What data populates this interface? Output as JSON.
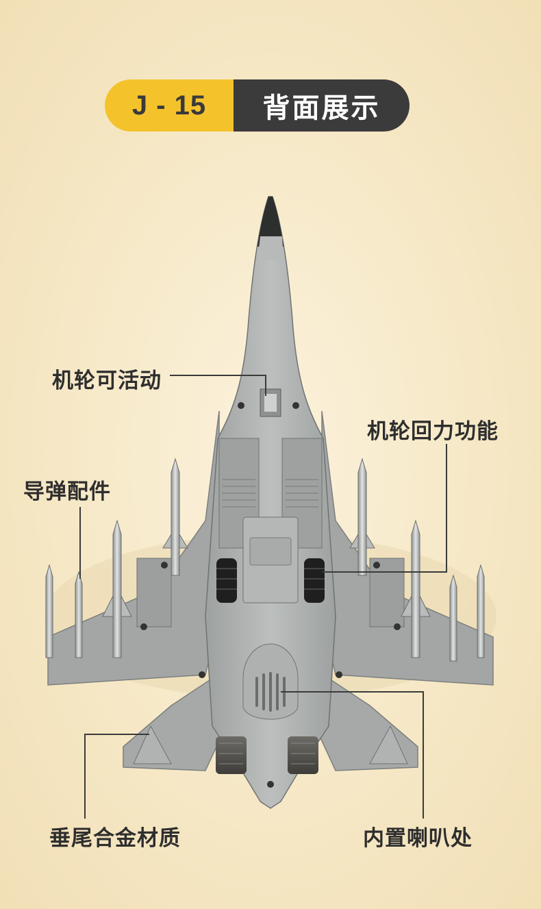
{
  "title": {
    "model": "J - 15",
    "subtitle": "背面展示"
  },
  "callouts": {
    "wheels_movable": "机轮可活动",
    "wheel_pullback": "机轮回力功能",
    "missile_accessories": "导弹配件",
    "tail_alloy": "垂尾合金材质",
    "built_in_speaker": "内置喇叭处"
  },
  "colors": {
    "background": "#f6e8c6",
    "accent_yellow": "#f4c32c",
    "dark": "#3b3b3b",
    "jet_gray": "#a9acab"
  }
}
